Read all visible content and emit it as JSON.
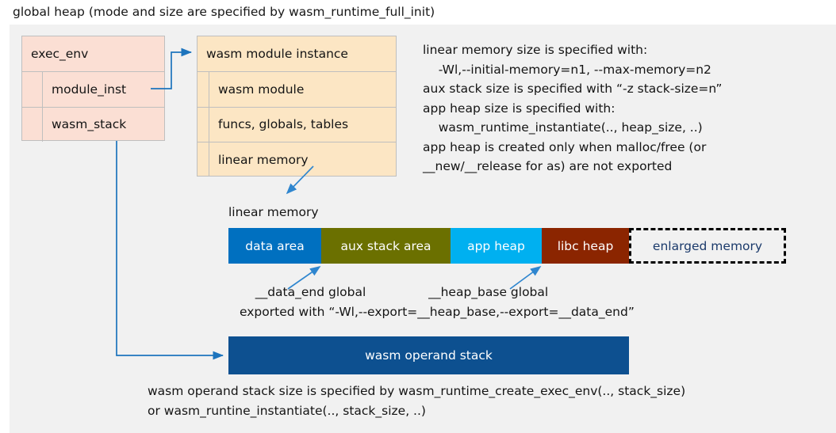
{
  "title": "global heap (mode and size are specified by wasm_runtime_full_init)",
  "exec_env": {
    "name": "exec-env-struct",
    "rows": [
      {
        "label": "exec_env",
        "indented": false
      },
      {
        "label": "module_inst",
        "indented": true
      },
      {
        "label": "wasm_stack",
        "indented": true
      }
    ],
    "fill": "#fbdfd4"
  },
  "module_instance": {
    "name": "wasm-module-instance-struct",
    "rows": [
      {
        "label": "wasm module instance",
        "indented": false
      },
      {
        "label": "wasm module",
        "indented": true
      },
      {
        "label": "funcs, globals, tables",
        "indented": true
      },
      {
        "label": "linear memory",
        "indented": true
      }
    ],
    "fill": "#fce6c4"
  },
  "notes": {
    "right": "linear memory size is specified with:\n    -Wl,--initial-memory=n1, --max-memory=n2\naux stack size is specified with “-z stack-size=n”\napp heap size is specified with:\n    wasm_runtime_instantiate(.., heap_size, ..)\napp heap is created only when malloc/free (or\n__new/__release for as) are not exported",
    "exports": "    __data_end global                __heap_base global\nexported with “-Wl,--export=__heap_base,--export=__data_end”",
    "bottom": "wasm operand stack size is specified by wasm_runtime_create_exec_env(.., stack_size)\nor wasm_runtine_instantiate(.., stack_size, ..)"
  },
  "linear_memory": {
    "label": "linear memory",
    "segments": [
      {
        "label": "data area",
        "color": "#0070c0",
        "width": 117,
        "text_color": "#ffffff",
        "dashed": false
      },
      {
        "label": "aux stack area",
        "color": "#6b7000",
        "width": 163,
        "text_color": "#ffffff",
        "dashed": false
      },
      {
        "label": "app heap",
        "color": "#00b0f0",
        "width": 115,
        "text_color": "#ffffff",
        "dashed": false
      },
      {
        "label": "libc heap",
        "color": "#8b2500",
        "width": 110,
        "text_color": "#ffffff",
        "dashed": false
      },
      {
        "label": "enlarged memory",
        "color": "#f1f1f1",
        "width": 198,
        "text_color": "#1b3a6b",
        "dashed": true
      }
    ]
  },
  "operand_stack": {
    "label": "wasm operand stack",
    "color": "#0d5090"
  },
  "connector_color": "#1d74bd"
}
